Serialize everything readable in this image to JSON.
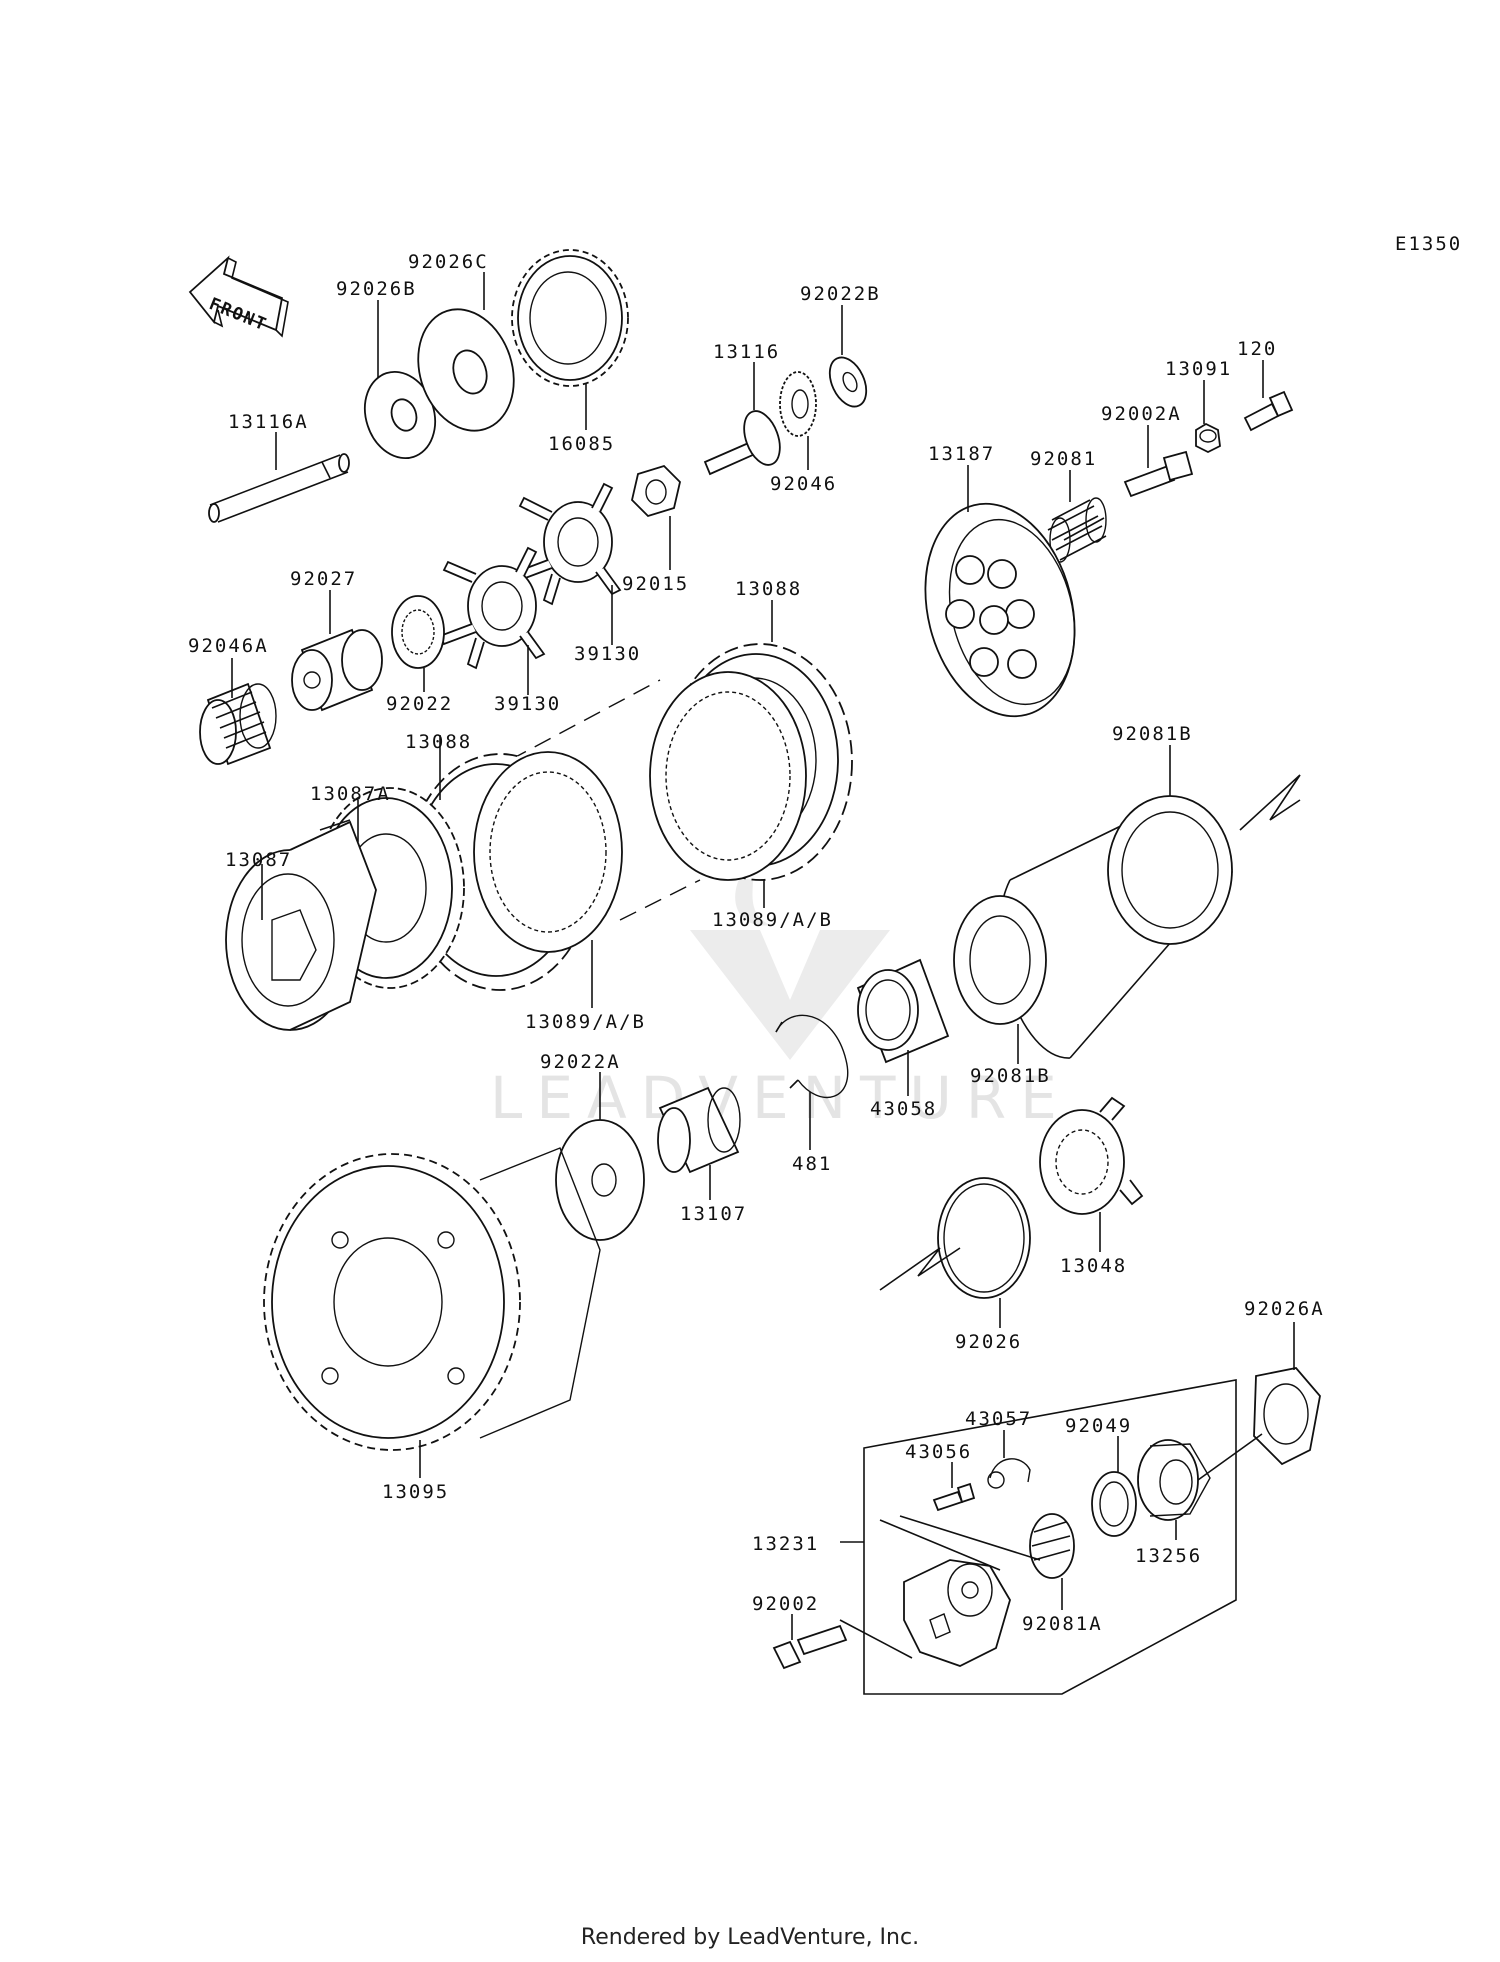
{
  "diagram_code": "E1350",
  "front_label": "FRONT",
  "watermark": "LEADVENTURE",
  "footer": "Rendered by LeadVenture, Inc.",
  "callouts": {
    "p13116A": "13116A",
    "p92026B": "92026B",
    "p92026C": "92026C",
    "p16085": "16085",
    "p13116": "13116",
    "p92022B": "92022B",
    "p92046": "92046",
    "p92015": "92015",
    "p120": "120",
    "p13091": "13091",
    "p92002A": "92002A",
    "p92081": "92081",
    "p13187": "13187",
    "p92027": "92027",
    "p92046A": "92046A",
    "p92022": "92022",
    "p39130a": "39130",
    "p39130b": "39130",
    "p13088a": "13088",
    "p13088b": "13088",
    "p13087A": "13087A",
    "p13087": "13087",
    "p13089a": "13089/A/B",
    "p13089b": "13089/A/B",
    "p92081Ba": "92081B",
    "p92081Bb": "92081B",
    "p43058": "43058",
    "p92022A": "92022A",
    "p481": "481",
    "p13107": "13107",
    "p13048": "13048",
    "p92026": "92026",
    "p92026A": "92026A",
    "p13095": "13095",
    "p43057": "43057",
    "p92049": "92049",
    "p43056": "43056",
    "p13231": "13231",
    "p13256": "13256",
    "p92002": "92002",
    "p92081A": "92081A"
  }
}
